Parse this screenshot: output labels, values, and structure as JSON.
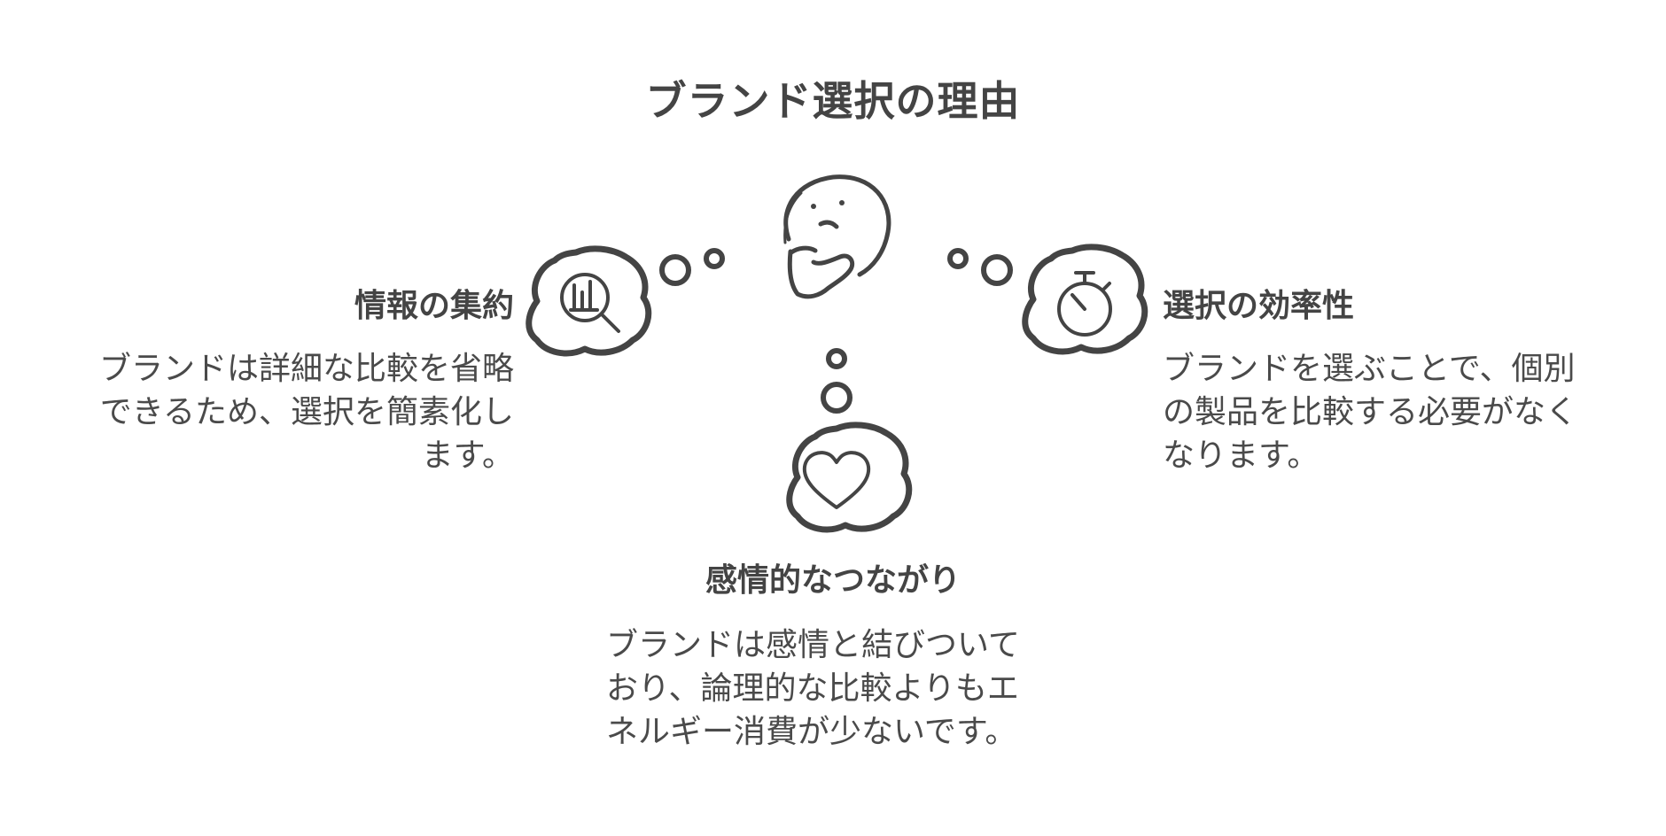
{
  "title": "ブランド選択の理由",
  "items": [
    {
      "heading": "情報の集約",
      "lines": [
        "ブランドは詳細な比較を省略",
        "できるため、選択を簡素化し",
        "ます。"
      ],
      "icon": "magnifier-chart-icon"
    },
    {
      "heading": "選択の効率性",
      "lines": [
        "ブランドを選ぶことで、個別",
        "の製品を比較する必要がなく",
        "なります。"
      ],
      "icon": "stopwatch-icon"
    },
    {
      "heading": "感情的なつながり",
      "lines": [
        "ブランドは感情と結びついて",
        "おり、論理的な比較よりもエ",
        "ネルギー消費が少ないです。"
      ],
      "icon": "heart-icon"
    }
  ],
  "center_icon": "thinking-face-icon",
  "colors": {
    "stroke": "#444444",
    "text": "#4a4a4a",
    "background": "#ffffff"
  }
}
